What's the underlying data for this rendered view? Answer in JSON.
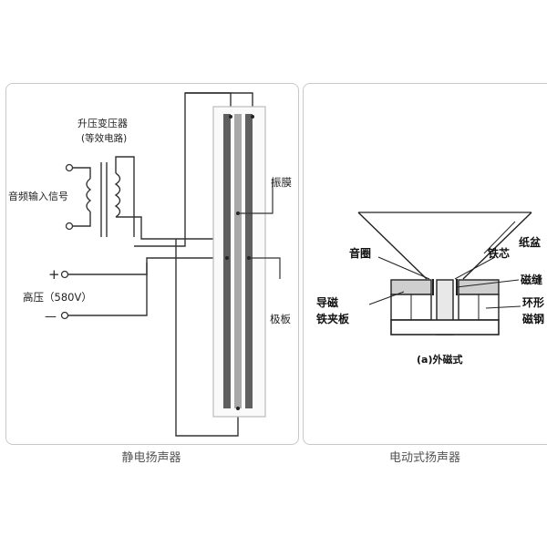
{
  "electrostatic": {
    "caption": "静电扬声器",
    "transformer_label": "升压变压器",
    "transformer_sublabel": "(等效电路)",
    "audio_input_label": "音频输入信号",
    "high_voltage_label": "高压（580V）",
    "plus_sign": "+",
    "minus_sign": "—",
    "diaphragm_label": "振膜",
    "plate_label": "极板"
  },
  "dynamic": {
    "caption": "电动式扬声器",
    "cone_label": "纸盆",
    "voice_coil_label": "音圈",
    "iron_core_label": "铁芯",
    "magnetic_gap_label": "磁缝",
    "pole_plate_label_1": "导磁",
    "pole_plate_label_2": "铁夹板",
    "ring_magnet_label_1": "环形",
    "ring_magnet_label_2": "磁钢",
    "subfigure_label": "(a)外磁式"
  }
}
